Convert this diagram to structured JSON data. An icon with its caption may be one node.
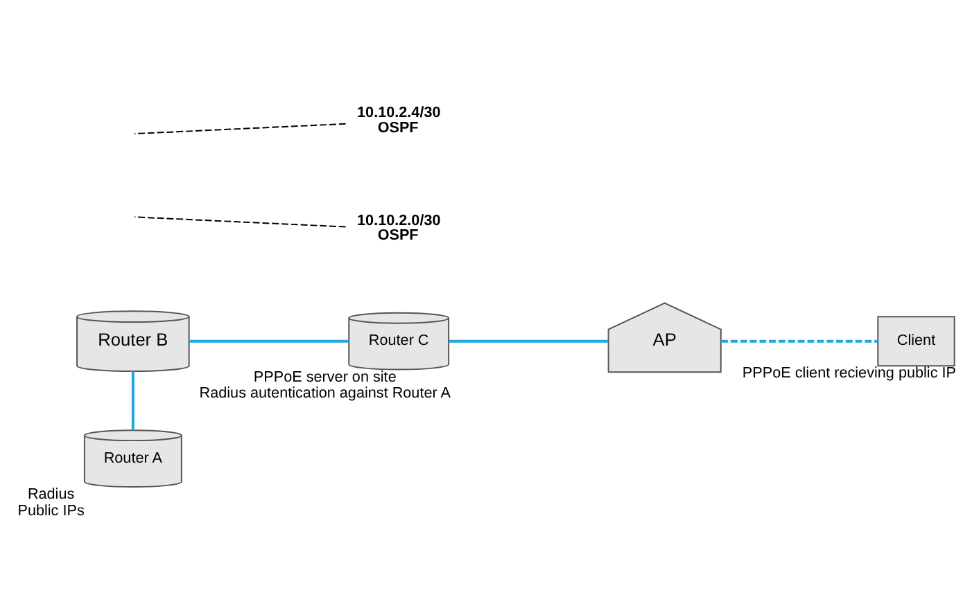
{
  "diagram": {
    "nodes": [
      {
        "text": [
          "AP"
        ]
      },
      {
        "text": [
          "Client"
        ],
        "beside": [
          "PPPoE client recieving public IP"
        ]
      },
      {
        "text": [
          "10.10.2.4/30",
          "OSPF"
        ]
      },
      {
        "text": [
          "Router B"
        ]
      },
      {
        "text": [
          "Router C"
        ],
        "beside": [
          "PPPoE server on site",
          "Radius autentication against Router A"
        ]
      },
      {
        "text": [
          "10.10.2.0/30",
          "OSPF"
        ]
      },
      {
        "text": [
          "Router A"
        ],
        "beside": [
          "Radius",
          "Public IPs"
        ]
      }
    ],
    "edges": [
      {
        "from": 3,
        "to": 4,
        "arrow": "none"
      },
      {
        "from": 4,
        "to": 0,
        "arrow": "none"
      },
      {
        "from": 0,
        "to": 1,
        "arrow": "none",
        "style": "dashed"
      },
      {
        "from": 3,
        "to": 6,
        "arrow": "none"
      },
      {
        "from": 2,
        "to": null,
        "arrow": "none",
        "style": "dashed",
        "color": "#000000"
      },
      {
        "from": 5,
        "to": null,
        "arrow": "none",
        "style": "dashed",
        "color": "#000000"
      }
    ]
  }
}
